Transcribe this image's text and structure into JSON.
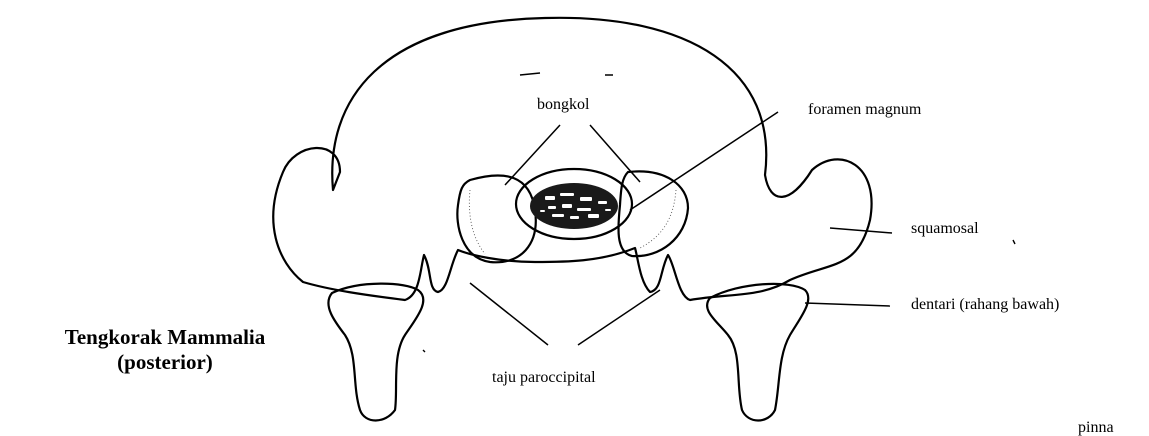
{
  "diagram": {
    "labels": {
      "bongkol": "bongkol",
      "foramen_magnum": "foramen magnum",
      "squamosal": "squamosal",
      "dentari": "dentari (rahang bawah)",
      "taju_paroccipital": "taju paroccipital",
      "cutoff_word": "pinna"
    },
    "title": {
      "line1": "Tengkorak Mammalia",
      "line2": "(posterior)"
    }
  }
}
